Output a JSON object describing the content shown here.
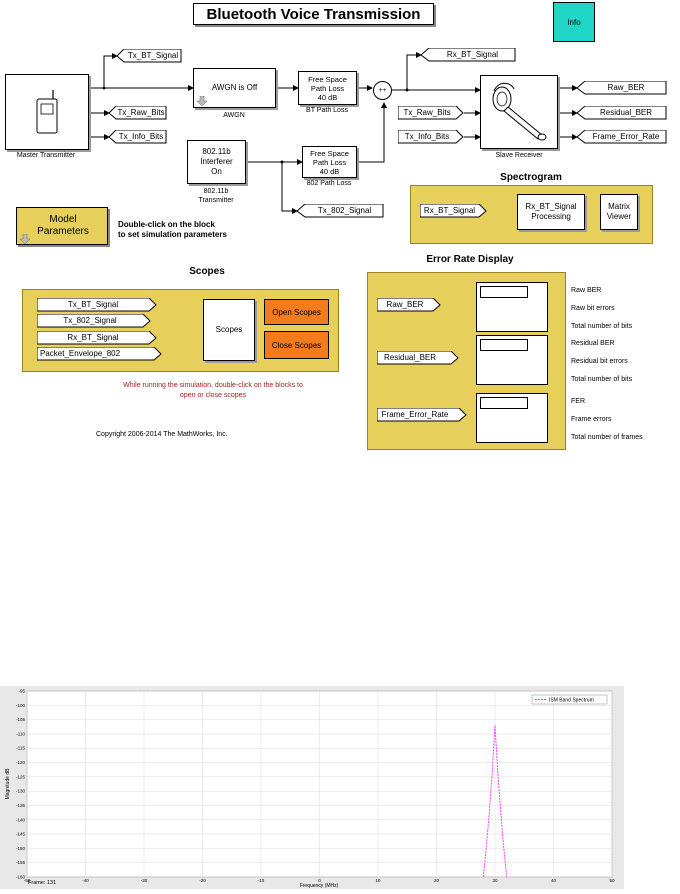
{
  "title": "Bluetooth Voice Transmission",
  "info_button": "Info",
  "blocks": {
    "master_transmitter": "Master Transmitter",
    "awgn": "AWGN is Off",
    "awgn_label": "AWGN",
    "bt_path_loss": "Free Space\nPath Loss\n40 dB",
    "bt_path_loss_label": "BT Path Loss",
    "interferer": "802.11b\nInterferer\nOn",
    "interferer_label": "802.11b\nTransmitter",
    "path_loss_802": "Free Space\nPath Loss\n40 dB",
    "path_loss_802_label": "802 Path Loss",
    "slave_receiver": "Slave Receiver",
    "model_parameters": "Model\nParameters",
    "model_parameters_hint": "Double-click on the block\nto set simulation parameters"
  },
  "signals": {
    "tx_bt": "Tx_BT_Signal",
    "tx_raw_bits": "Tx_Raw_Bits",
    "tx_info_bits": "Tx_Info_Bits",
    "rx_bt": "Rx_BT_Signal",
    "rx_tx_raw_bits": "Tx_Raw_Bits",
    "rx_tx_info_bits": "Tx_Info_Bits",
    "raw_ber": "Raw_BER",
    "residual_ber": "Residual_BER",
    "frame_error_rate": "Frame_Error_Rate",
    "tx_802": "Tx_802_Signal"
  },
  "spectrogram": {
    "heading": "Spectrogram",
    "input": "Rx_BT_Signal",
    "processing": "Rx_BT_Signal\nProcessing",
    "viewer": "Matrix\nViewer"
  },
  "scopes": {
    "heading": "Scopes",
    "inputs": [
      "Tx_BT_Signal",
      "Tx_802_Signal",
      "Rx_BT_Signal",
      "Packet_Envelope_802"
    ],
    "block": "Scopes",
    "open": "Open Scopes",
    "close": "Close Scopes",
    "note": "While running the simulation, double-click on the blocks to\nopen or close  scopes"
  },
  "copyright": "Copyright 2006-2014 The MathWorks, Inc.",
  "error_rate": {
    "heading": "Error Rate Display",
    "inputs": [
      "Raw_BER",
      "Residual_BER",
      "Frame_Error_Rate"
    ],
    "labels": [
      "Raw BER",
      "Raw bit errors",
      "Total number of bits",
      "Residual BER",
      "Residual bit errors",
      "Total number of bits",
      "FER",
      "Frame errors",
      "Total number of frames"
    ]
  },
  "colors": {
    "subsystem": "#e7cf5b",
    "info": "#1fd6c8",
    "scope_buttons": "#f27b1c",
    "spectrum": "#ff33ff"
  },
  "chart_data": {
    "type": "line",
    "series": [
      {
        "name": "ISM Band Spectrum",
        "x": [
          28,
          28.5,
          29,
          29.5,
          30,
          30.5,
          31,
          31.5,
          32
        ],
        "y": [
          -160,
          -150,
          -138,
          -124,
          -107,
          -124,
          -138,
          -150,
          -160
        ]
      }
    ],
    "xlabel": "Frequency (MHz)",
    "ylabel": "Magnitude dB",
    "xlim": [
      -50,
      50
    ],
    "ylim": [
      -160,
      -95
    ],
    "xticks": [
      "-50",
      "-40",
      "-30",
      "-20",
      "-10",
      "0",
      "10",
      "20",
      "30",
      "40",
      "50"
    ],
    "yticks": [
      "-95",
      "-100",
      "-105",
      "-110",
      "-115",
      "-120",
      "-125",
      "-130",
      "-135",
      "-140",
      "-145",
      "-150",
      "-155",
      "-160"
    ],
    "frame_label": "Frame: 131",
    "grid": true,
    "legend": "top-right"
  }
}
